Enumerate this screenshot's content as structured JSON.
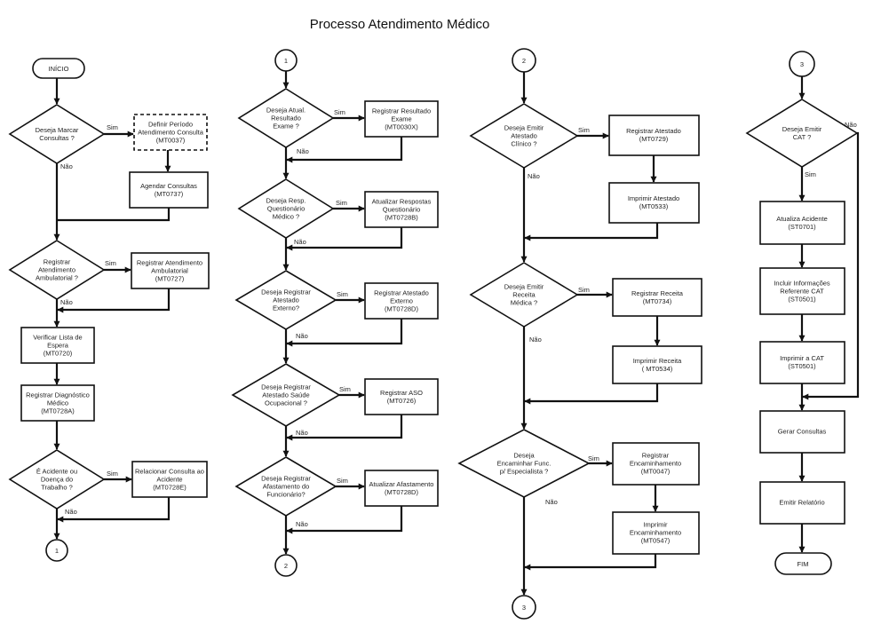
{
  "title": "Processo Atendimento Médico",
  "labels": {
    "yes": "Sim",
    "no": "Não"
  },
  "col1": {
    "start": "INÍCIO",
    "d1": [
      "Deseja Marcar",
      "Consultas ?"
    ],
    "p_definir": [
      "Definir Período",
      "Atendimento Consulta",
      "(MT0037)"
    ],
    "p_agendar": [
      "Agendar Consultas",
      "(MT0737)"
    ],
    "d2": [
      "Registrar",
      "Atendimento",
      "Ambulatorial ?"
    ],
    "p_reg_amb": [
      "Registrar Atendimento",
      "Ambulatorial",
      "(MT0727)"
    ],
    "p_verificar": [
      "Verificar Lista de",
      "Espera",
      "(MT0720)"
    ],
    "p_diag": [
      "Registrar Diagnóstico",
      "Médico",
      "(MT0728A)"
    ],
    "d3": [
      "É Acidente ou",
      "Doença do",
      "Trabalho ?"
    ],
    "p_relacionar": [
      "Relacionar Consulta ao",
      "Acidente",
      "(MT0728E)"
    ],
    "conn_end": "1"
  },
  "col2": {
    "conn_start": "1",
    "d1": [
      "Deseja Atual.",
      "Resultado",
      "Exame ?"
    ],
    "p1": [
      "Registrar Resultado",
      "Exame",
      "(MT0030X)"
    ],
    "d2": [
      "Deseja Resp.",
      "Questionário",
      "Médico ?"
    ],
    "p2": [
      "Atualizar Respostas",
      "Questionário",
      "(MT0728B)"
    ],
    "d3": [
      "Deseja Registrar",
      "Atestado",
      "Externo?"
    ],
    "p3": [
      "Registrar Atestado",
      "Externo",
      "(MT0728D)"
    ],
    "d4": [
      "Deseja Registrar",
      "Atestado Saúde",
      "Ocupacional ?"
    ],
    "p4": [
      "Registrar ASO",
      "(MT0726)"
    ],
    "d5": [
      "Deseja Registrar",
      "Afastamento do",
      "Funcionário?"
    ],
    "p5": [
      "Atualizar Afastamento",
      "(MT0728D)"
    ],
    "conn_end": "2"
  },
  "col3": {
    "conn_start": "2",
    "d1": [
      "Deseja Emitir",
      "Atestado",
      "Clínico ?"
    ],
    "p1": [
      "Registrar Atestado",
      "(MT0729)"
    ],
    "p2": [
      "Imprimir Atestado",
      "(MT0533)"
    ],
    "d2": [
      "Deseja Emitir",
      "Receita",
      "Médica ?"
    ],
    "p3": [
      "Registrar Receita",
      "(MT0734)"
    ],
    "p4": [
      "Imprimir Receita",
      "( MT0534)"
    ],
    "d3": [
      "Deseja",
      "Encaminhar Func.",
      "p/ Especialista ?"
    ],
    "p5": [
      "Registrar",
      "Encaminhamento",
      "(MT0047)"
    ],
    "p6": [
      "Imprimir",
      "Encaminhamento",
      "(MT0547)"
    ],
    "conn_end": "3"
  },
  "col4": {
    "conn_start": "3",
    "d1": [
      "Deseja Emitir",
      "CAT ?"
    ],
    "p1": [
      "Atualiza Acidente",
      "(ST0701)"
    ],
    "p2": [
      "Incluir Informações",
      "Referente CAT",
      "(ST0501)"
    ],
    "p3": [
      "Imprimir a CAT",
      "(ST0501)"
    ],
    "p4": [
      "Gerar Consultas"
    ],
    "p5": [
      "Emitir Relatório"
    ],
    "end": "FIM"
  }
}
